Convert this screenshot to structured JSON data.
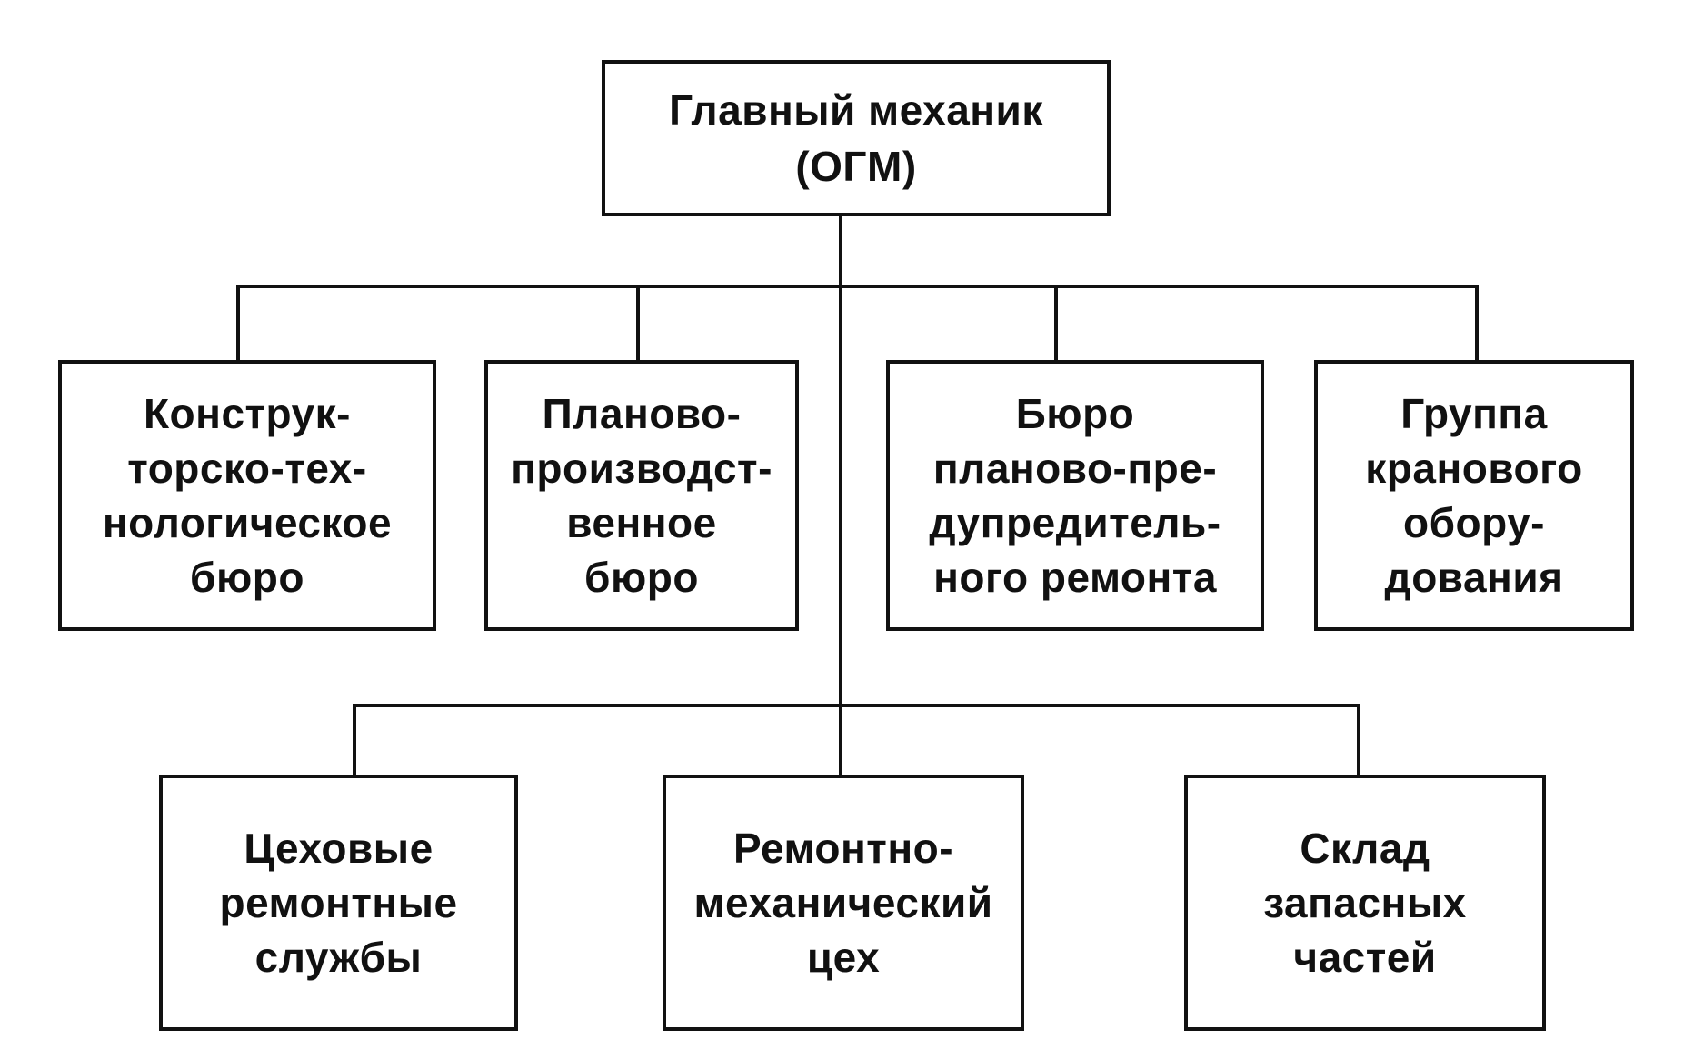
{
  "diagram": {
    "root": {
      "label": "Главный механик\n(ОГМ)"
    },
    "level1": [
      {
        "label": "Конструк-\nторско-тех-\nнологическое\nбюро"
      },
      {
        "label": "Планово-\nпроизводст-\nвенное\nбюро"
      },
      {
        "label": "Бюро\nпланово-пре-\nдупредитель-\nного ремонта"
      },
      {
        "label": "Группа\nкранового\nобору-\nдования"
      }
    ],
    "level2": [
      {
        "label": "Цеховые\nремонтные\nслужбы"
      },
      {
        "label": "Ремонтно-\nмеханический\nцех"
      },
      {
        "label": "Склад\nзапасных\nчастей"
      }
    ]
  },
  "style": {
    "line_color": "#111111",
    "box_border_color": "#111111",
    "background": "#ffffff"
  }
}
